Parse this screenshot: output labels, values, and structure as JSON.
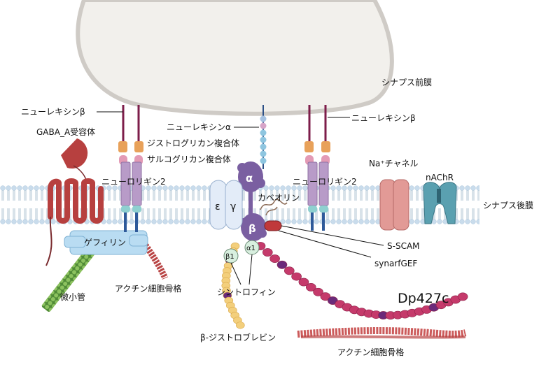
{
  "labels": {
    "presynaptic_membrane": "シナプス前膜",
    "postsynaptic_membrane": "シナプス後膜",
    "neurexin_beta_left": "ニューレキシンβ",
    "neurexin_beta_right": "ニューレキシンβ",
    "neurexin_alpha": "ニューレキシンα",
    "gaba_a_receptor": "GABA_A受容体",
    "neuroligin2_left": "ニューロリギン2",
    "neuroligin2_right": "ニューロリギン2",
    "dystroglycan_complex": "ジストログリカン複合体",
    "sarcoglycan_complex": "サルコグリカン複合体",
    "caveolin": "カベオリン",
    "gephyrin": "ゲフィリン",
    "microtubule": "微小管",
    "actin_cytoskeleton_left": "アクチン細胞骨格",
    "actin_cytoskeleton_right": "アクチン細胞骨格",
    "syntrophin": "シントロフィン",
    "beta_dystrobrevin": "β-ジストロブレビン",
    "s_scam": "S-SCAM",
    "synarfgef": "synarfGEF",
    "dp427c": "Dp427c",
    "na_channel": "Na⁺チャネル",
    "nachr": "nAChR",
    "alpha": "α",
    "beta": "β",
    "epsilon": "ε",
    "gamma": "γ",
    "alpha1": "α1",
    "beta1": "β1"
  },
  "colors": {
    "membrane_head": "#c6dbea",
    "presynaptic_fill": "#f1efeb",
    "neurexin": "#7d1d4a",
    "neuroligin": "#b89bc8",
    "gaba_receptor": "#b7403f",
    "gephyrin": "#b9dcf2",
    "microtubule": "#6ea64a",
    "actin": "#c64a4a",
    "dystroglycan": "#7a5fa1",
    "dystrophin": "#c53a6b",
    "dystrobrevin": "#f3cf7c",
    "na_channel": "#e29a96",
    "nachr": "#5aa0b0",
    "sarcoglycan": "#e3ecf8"
  }
}
